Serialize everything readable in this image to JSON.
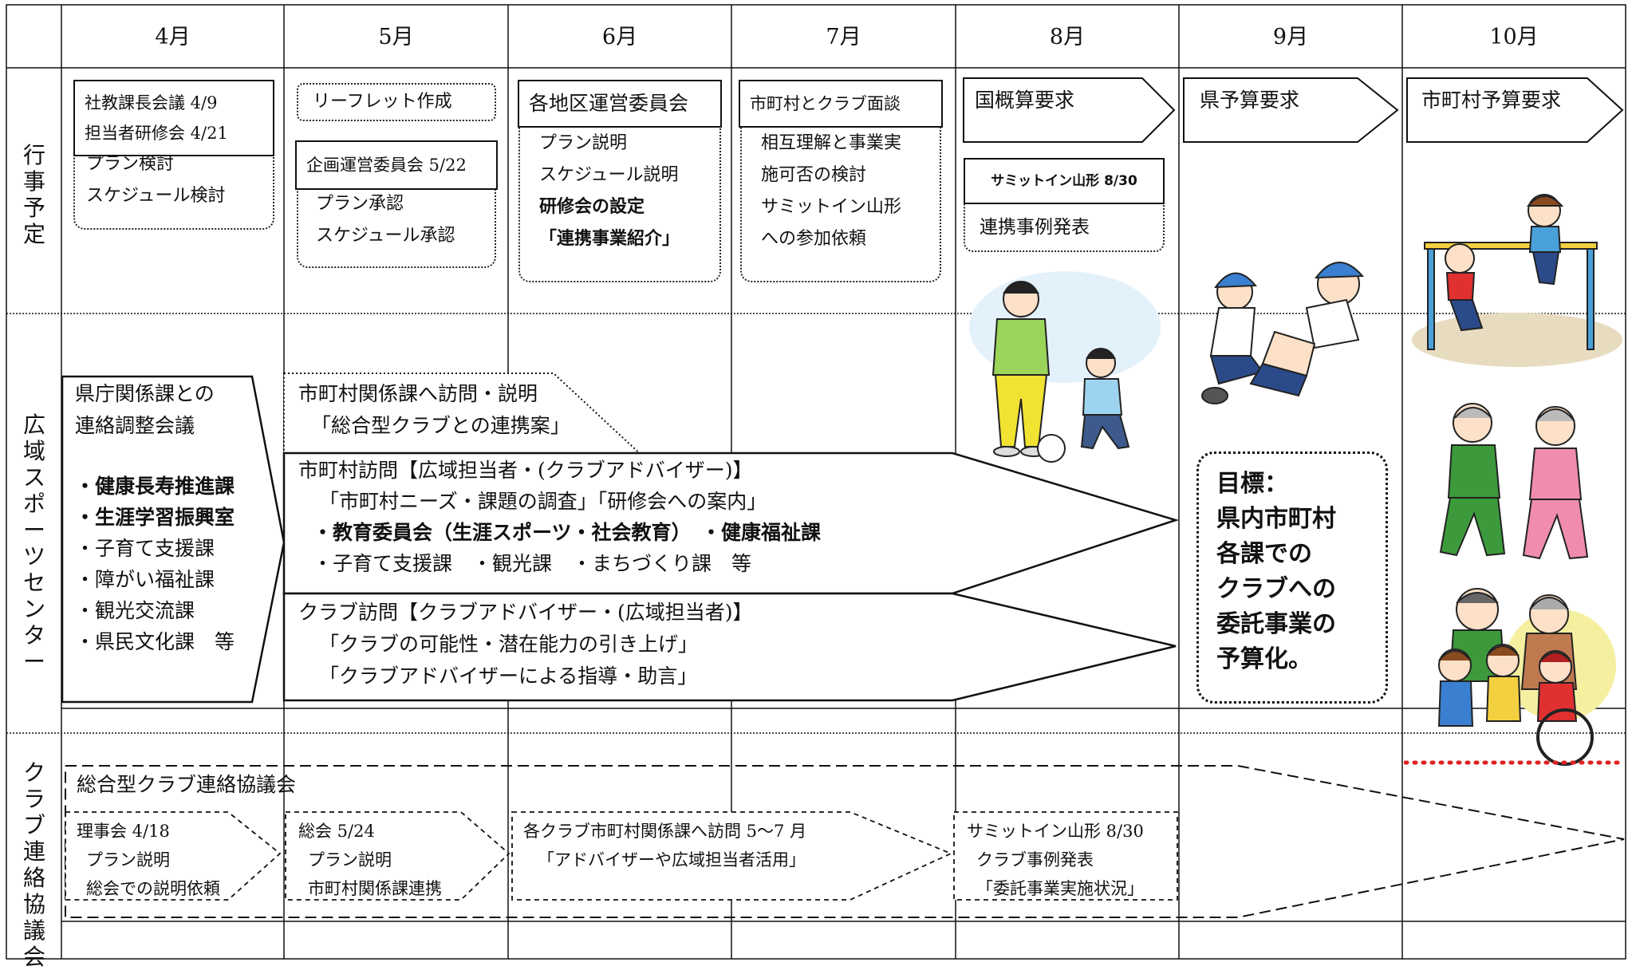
{
  "months": [
    "4月",
    "5月",
    "6月",
    "7月",
    "8月",
    "9月",
    "10月"
  ],
  "rows": {
    "events": "行事予定",
    "center": "広域スポーツセンター",
    "council": "クラブ連絡協議会"
  },
  "events": {
    "apr": {
      "box": [
        "社教課長会議 4/9",
        "担当者研修会 4/21"
      ],
      "notes": [
        "プラン検討",
        "スケジュール検討"
      ]
    },
    "may": {
      "leaflet": "リーフレット作成",
      "box": "企画運営委員会 5/22",
      "notes": [
        "プラン承認",
        "スケジュール承認"
      ]
    },
    "jun": {
      "box": "各地区運営委員会",
      "notes": [
        "プラン説明",
        "スケジュール説明"
      ],
      "bold_notes": [
        "研修会の設定",
        "「連携事業紹介」"
      ]
    },
    "jul": {
      "box": "市町村とクラブ面談",
      "notes": [
        "相互理解と事業実",
        "施可否の検討",
        "サミットイン山形",
        "への参加依頼"
      ]
    },
    "aug": {
      "arrow": "国概算要求",
      "summit_box": "サミットイン山形 8/30",
      "summit_note": "連携事例発表"
    },
    "sep": {
      "arrow": "県予算要求"
    },
    "oct": {
      "arrow": "市町村予算要求"
    }
  },
  "center": {
    "pref_liaison": {
      "title": [
        "県庁関係課との",
        "連絡調整会議"
      ],
      "bold_items": [
        "・健康長寿推進課",
        "・生涯学習振興室"
      ],
      "items": [
        "・子育て支援課",
        "・障がい福祉課",
        "・観光交流課",
        "・県民文化課　等"
      ]
    },
    "muni_explain": {
      "title": "市町村関係課へ訪問・説明",
      "sub": "「総合型クラブとの連携案」"
    },
    "muni_visit": {
      "title": "市町村訪問【広域担当者・(クラブアドバイザー)】",
      "sub": "「市町村ニーズ・課題の調査」「研修会への案内」",
      "bold_line": "・教育委員会（生涯スポーツ・社会教育）　・健康福祉課",
      "line": "・子育て支援課　・観光課　・まちづくり課　等"
    },
    "club_visit": {
      "title": "クラブ訪問【クラブアドバイザー・(広域担当者)】",
      "lines": [
        "「クラブの可能性・潜在能力の引き上げ」",
        "「クラブアドバイザーによる指導・助言」"
      ]
    },
    "goal": [
      "目標：",
      "県内市町村",
      "各課での",
      "クラブへの",
      "委託事業の",
      "予算化。"
    ]
  },
  "council": {
    "main": "総合型クラブ連絡協議会",
    "board": [
      "理事会 4/18",
      "プラン説明",
      "総会での説明依頼"
    ],
    "general": [
      "総会 5/24",
      "プラン説明",
      "市町村関係課連携"
    ],
    "visits": [
      "各クラブ市町村関係課へ訪問 5～7 月",
      "「アドバイザーや広域担当者活用」"
    ],
    "summit": [
      "サミットイン山形 8/30",
      "クラブ事例発表",
      "「委託事業実施状況」"
    ]
  }
}
